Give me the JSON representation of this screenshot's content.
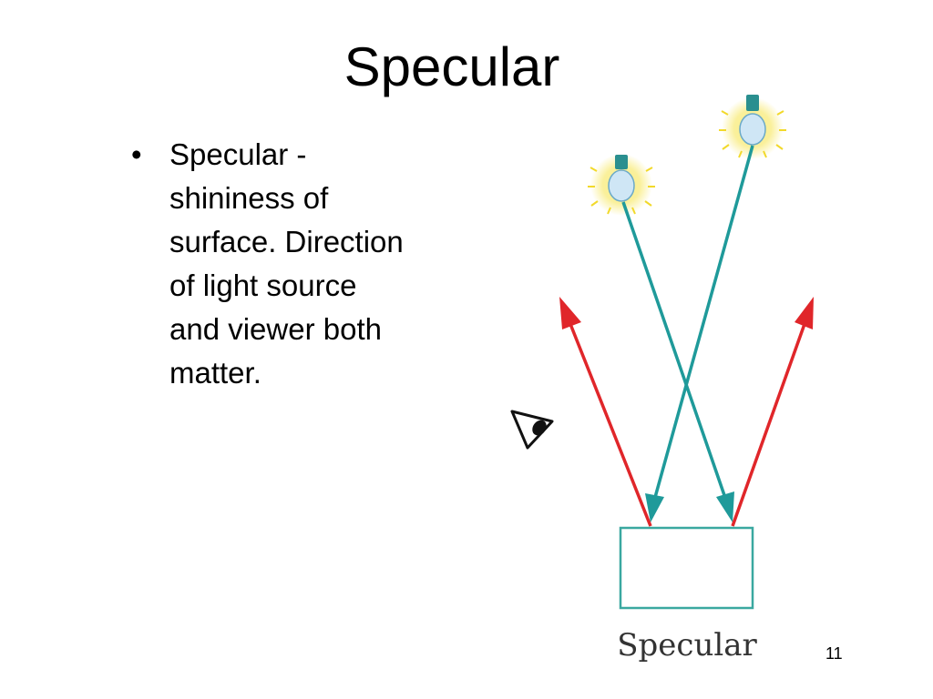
{
  "slide": {
    "title": "Specular",
    "bullets": [
      {
        "marker": "•",
        "lines": [
          "Specular -",
          "shininess of",
          "surface. Direction",
          "of light source",
          "and viewer both",
          "matter."
        ]
      }
    ],
    "page_number": "11"
  },
  "diagram": {
    "caption": "Specular",
    "icons": [
      "light-bulb-icon",
      "light-bulb-icon",
      "eye-icon"
    ],
    "colors": {
      "incident_ray": "#1f9a9a",
      "reflected_ray": "#e0262a",
      "surface_outline": "#3aa8a0",
      "bulb_glow": "#f6e44a",
      "bulb_glass": "#cfe6f5",
      "bulb_base": "#2a8f8f"
    }
  }
}
